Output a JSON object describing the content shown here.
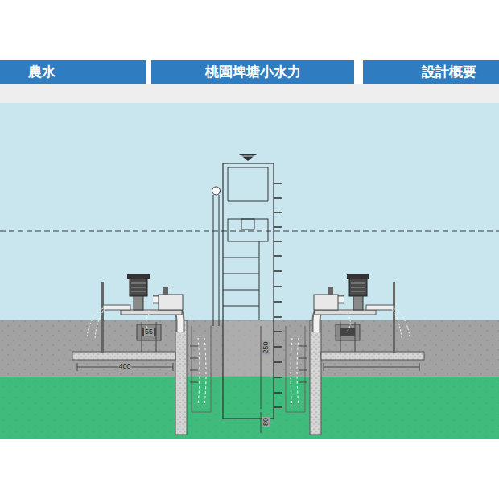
{
  "diagram": {
    "nodes": [
      {
        "text": [
          "農水"
        ]
      },
      {
        "text": [
          "桃園埤塘小水力"
        ]
      },
      {
        "text": [
          "設計概要"
        ]
      }
    ],
    "labels": [
      "55",
      "400",
      "250",
      "80"
    ]
  }
}
